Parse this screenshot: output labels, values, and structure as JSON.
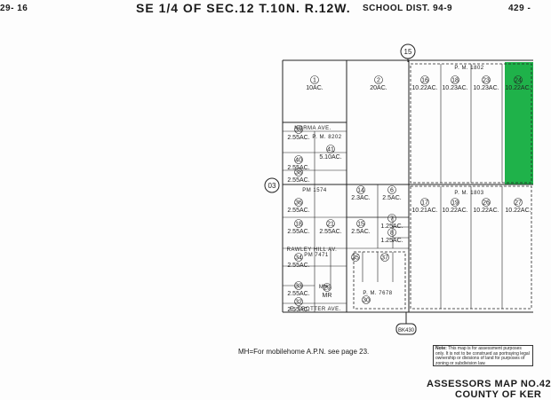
{
  "header": {
    "left_code": "29- 16",
    "title": "SE 1/4 OF SEC.12 T.10N. R.12W.",
    "school_dist": "SCHOOL DIST. 94-9",
    "right_code": "429 -"
  },
  "road_markers": {
    "top": "15",
    "left": "03",
    "bottom": "BK430"
  },
  "streets": {
    "norma": "NORMA AVE.",
    "rawley": "RAWLEY HILL AV.",
    "trotter": "E. TROTTER AVE."
  },
  "parcels": [
    {
      "num": "1",
      "acres": "10AC."
    },
    {
      "num": "2",
      "acres": "20AC."
    },
    {
      "num": "16",
      "acres": "10.22AC."
    },
    {
      "num": "18",
      "acres": "10.23AC."
    },
    {
      "num": "23",
      "acres": "10.23AC."
    },
    {
      "num": "24",
      "acres": "10.22AC."
    },
    {
      "num": "39",
      "acres": "2.55AC."
    },
    {
      "num": "41",
      "acres": "5.10AC."
    },
    {
      "num": "40",
      "acres": "2.55AC."
    },
    {
      "num": "38",
      "acres": "2.55AC."
    },
    {
      "num": "36",
      "acres": "2.55AC."
    },
    {
      "num": "14",
      "acres": "2.3AC."
    },
    {
      "num": "6",
      "acres": "2.5AC."
    },
    {
      "num": "17",
      "acres": "10.21AC."
    },
    {
      "num": "19",
      "acres": "10.22AC."
    },
    {
      "num": "26",
      "acres": "10.22AC."
    },
    {
      "num": "27",
      "acres": "10.22AC."
    },
    {
      "num": "18",
      "acres": "2.55AC."
    },
    {
      "num": "21",
      "acres": "2.55AC."
    },
    {
      "num": "15",
      "acres": "2.5AC."
    },
    {
      "num": "7",
      "acres": "1.25AC."
    },
    {
      "num": "8",
      "acres": "1.25AC."
    },
    {
      "num": "34",
      "acres": "2.55AC."
    },
    {
      "num": "33",
      "acres": "2.55AC."
    },
    {
      "num": "32",
      "acres": "2.55AC."
    },
    {
      "num": "35",
      "acres": ""
    },
    {
      "num": "37",
      "acres": ""
    },
    {
      "num": "29",
      "acres": "MR"
    },
    {
      "num": "30",
      "acres": ""
    }
  ],
  "pm_labels": {
    "pm_1802": "P. M. 1802",
    "pm_8202": "P. M. 8202",
    "pm_1803": "P. M. 1803",
    "pm_1574": "PM 1574",
    "pm_7471": "PM 7471",
    "pm_7678": "P. M. 7678"
  },
  "mh_label": "MH",
  "mh_note": "MH=For mobilehome A.P.N. see page 23.",
  "note": {
    "heading": "Note:",
    "text": "This map is for assessment purposes only. It is not to be construed as portraying legal ownership or divisions of land for purposes of zoning or subdivision law."
  },
  "footer": {
    "line1": "ASSESSORS MAP NO.42",
    "line2": "COUNTY OF KER"
  },
  "colors": {
    "highlight": "#1fb24a",
    "ink": "#222222"
  }
}
